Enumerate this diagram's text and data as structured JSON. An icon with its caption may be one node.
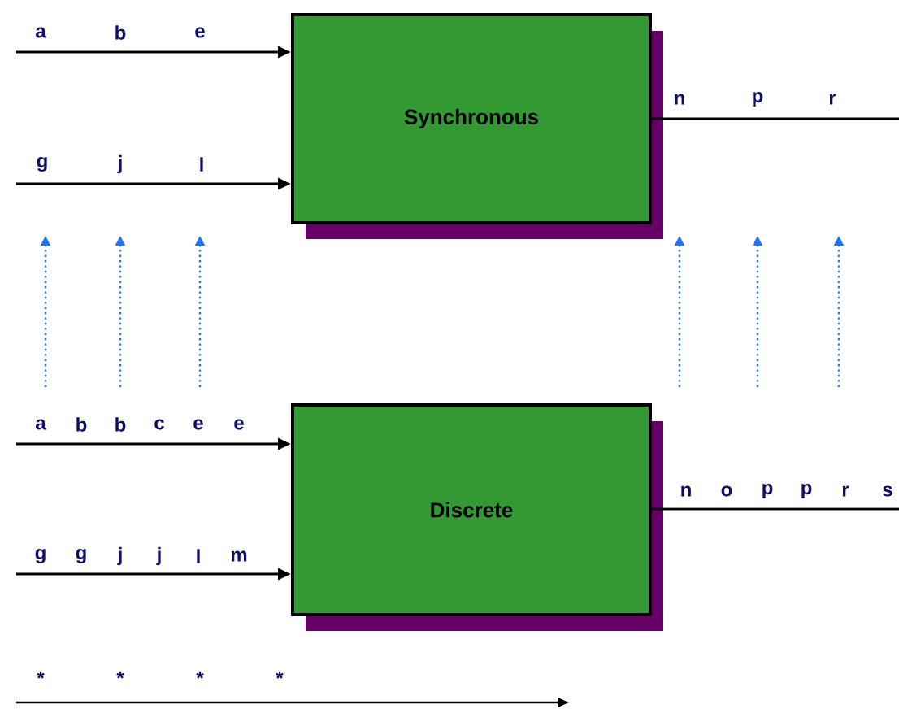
{
  "diagram": {
    "nodes": [
      {
        "text": [
          "Synchronous"
        ]
      },
      {
        "text": [
          "Discrete"
        ]
      }
    ],
    "edges": [
      {
        "from": null,
        "to": 0,
        "arrow": "to"
      },
      {
        "from": null,
        "to": 0,
        "arrow": "to"
      },
      {
        "from": 0,
        "to": null,
        "arrow": "none"
      },
      {
        "from": null,
        "to": 1,
        "arrow": "to"
      },
      {
        "from": null,
        "to": 1,
        "arrow": "to"
      },
      {
        "from": 1,
        "to": null,
        "arrow": "none"
      }
    ],
    "labels": [
      "a",
      "b",
      "e",
      "n",
      "p",
      "r",
      "g",
      "j",
      "l",
      "a",
      "b",
      "b",
      "c",
      "e",
      "e",
      "n",
      "o",
      "p",
      "p",
      "r",
      "s",
      "g",
      "g",
      "j",
      "j",
      "l",
      "m",
      "*",
      "*",
      "*",
      "*"
    ]
  }
}
